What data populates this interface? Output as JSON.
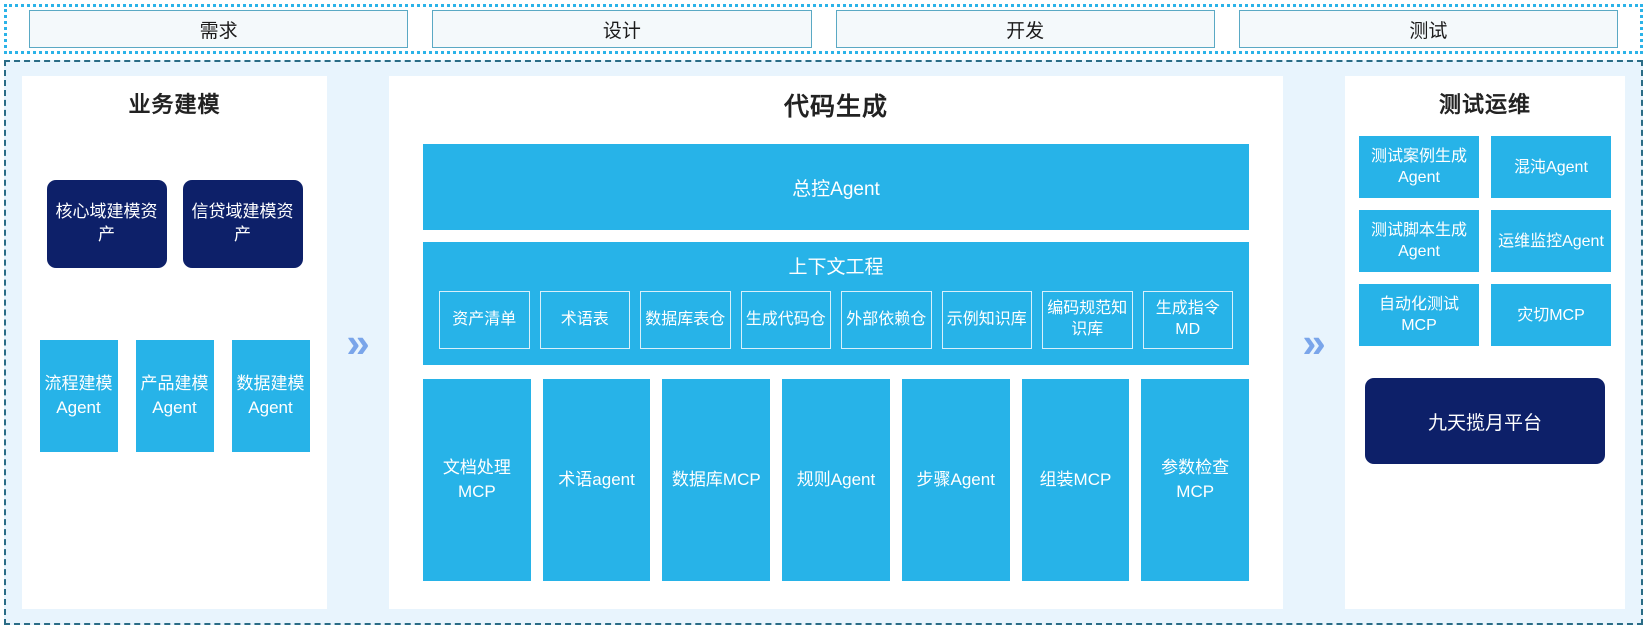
{
  "stages": [
    {
      "label": "需求"
    },
    {
      "label": "设计"
    },
    {
      "label": "开发"
    },
    {
      "label": "测试"
    }
  ],
  "arrows": {
    "glyph": "»",
    "color": "#7aa5ea",
    "name": "double-chevron-right"
  },
  "colors": {
    "accent_cyan": "#27b3e8",
    "dark_navy": "#0d2069",
    "body_background": "#e8f4fd",
    "panel_background": "#ffffff",
    "stage_border": "#5aa9c4",
    "stage_fill": "#f4f9fb",
    "outer_dotted_border": "#2bb3e8",
    "body_dashed_border": "#2a6c86"
  },
  "panels": {
    "business_modeling": {
      "title": "业务建模",
      "assets": [
        {
          "label": "核心域建模资产"
        },
        {
          "label": "信贷域建模资产"
        }
      ],
      "agents": [
        {
          "label": "流程建模Agent"
        },
        {
          "label": "产品建模Agent"
        },
        {
          "label": "数据建模Agent"
        }
      ]
    },
    "code_generation": {
      "title": "代码生成",
      "master_agent": "总控Agent",
      "context_engineering": {
        "title": "上下文工程",
        "items": [
          {
            "label": "资产清单"
          },
          {
            "label": "术语表"
          },
          {
            "label": "数据库表仓"
          },
          {
            "label": "生成代码仓"
          },
          {
            "label": "外部依赖仓"
          },
          {
            "label": "示例知识库"
          },
          {
            "label": "编码规范知识库"
          },
          {
            "label": "生成指令MD"
          }
        ]
      },
      "tools": [
        {
          "label": "文档处理MCP"
        },
        {
          "label": "术语agent"
        },
        {
          "label": "数据库MCP"
        },
        {
          "label": "规则Agent"
        },
        {
          "label": "步骤Agent"
        },
        {
          "label": "组装MCP"
        },
        {
          "label": "参数检查MCP"
        }
      ]
    },
    "test_ops": {
      "title": "测试运维",
      "cards": [
        {
          "label": "测试案例生成Agent"
        },
        {
          "label": "混沌Agent"
        },
        {
          "label": "测试脚本生成Agent"
        },
        {
          "label": "运维监控Agent"
        },
        {
          "label": "自动化测试MCP"
        },
        {
          "label": "灾切MCP"
        }
      ],
      "platform": "九天揽月平台"
    }
  }
}
